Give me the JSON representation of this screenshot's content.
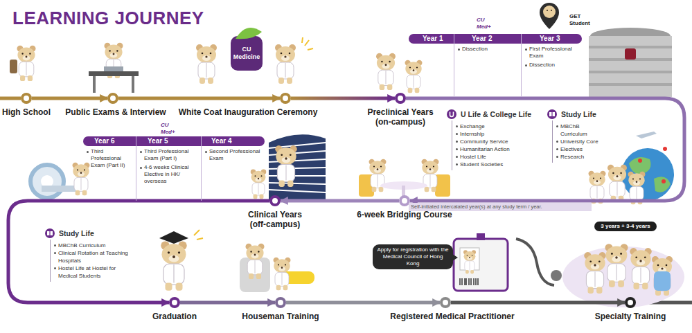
{
  "diagram": {
    "title": "LEARNING JOURNEY",
    "nodes": [
      {
        "text": [
          "High School"
        ]
      },
      {
        "text": [
          "Public Exams & Interview"
        ]
      },
      {
        "text": [
          "White Coat Inauguration Ceremony"
        ]
      },
      {
        "text": [
          "Year 1"
        ]
      },
      {
        "text": [
          "Year 2",
          "Dissection"
        ]
      },
      {
        "text": [
          "Year 3",
          "First Professional Exam",
          "Dissection"
        ]
      },
      {
        "text": [
          "Preclinical Years (on-campus)"
        ]
      },
      {
        "text": [
          "U Life & College Life",
          "Exchange",
          "Internship",
          "Community Service",
          "Humanitarian Action",
          "Hostel Life",
          "Student Societies"
        ]
      },
      {
        "text": [
          "Study Life",
          "MBChB Curriculum",
          "University Core",
          "Electives",
          "Research"
        ]
      },
      {
        "text": [
          "Year 6",
          "Third Professional Exam (Part II)"
        ]
      },
      {
        "text": [
          "Year 5",
          "Third Professional Exam (Part I)",
          "4-6 weeks Clinical Elective in HK/ overseas"
        ]
      },
      {
        "text": [
          "Year 4",
          "Second Professional Exam"
        ]
      },
      {
        "text": [
          "Clinical Years (off-campus)"
        ]
      },
      {
        "text": [
          "6-week Bridging Course"
        ]
      },
      {
        "text": [
          "Study Life",
          "MBChB Curriculum",
          "Clinical Rotation at Teaching Hospitals",
          "Hostel Life at Hostel for Medical Students"
        ]
      },
      {
        "text": [
          "Graduation"
        ]
      },
      {
        "text": [
          "Houseman Training"
        ]
      },
      {
        "text": [
          "Apply for registration with the Medical Council of Hong Kong"
        ]
      },
      {
        "text": [
          "Registered Medical Practitioner"
        ]
      },
      {
        "text": [
          "3 years + 3-4 years"
        ]
      },
      {
        "text": [
          "Specialty Training"
        ]
      }
    ],
    "edges": [
      {
        "from": 0,
        "to": 1,
        "arrow": "to"
      },
      {
        "from": 1,
        "to": 2,
        "arrow": "to"
      },
      {
        "from": 2,
        "to": 6,
        "arrow": "to"
      },
      {
        "from": 6,
        "to": 13,
        "arrow": "to"
      },
      {
        "from": 13,
        "to": 12,
        "arrow": "to"
      },
      {
        "from": 12,
        "to": 15,
        "arrow": "to"
      },
      {
        "from": 15,
        "to": 16,
        "arrow": "to"
      },
      {
        "from": 16,
        "to": 18,
        "arrow": "to"
      },
      {
        "from": 18,
        "to": 20,
        "arrow": "to"
      }
    ],
    "labels": [
      "CU Med+",
      "GET Student",
      "CU Medicine",
      "CU Med+",
      "Self-initiated intercalated year(s) at any study term / year."
    ]
  }
}
